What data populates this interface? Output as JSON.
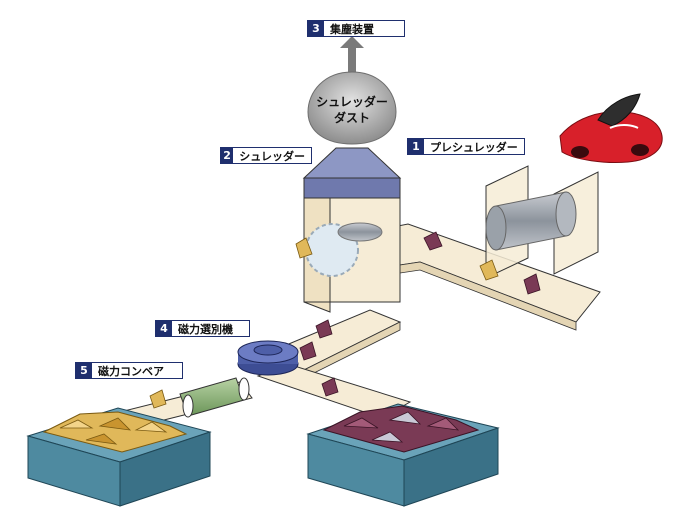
{
  "callouts": [
    {
      "num": "3",
      "label": "集塵装置"
    },
    {
      "num": "1",
      "label": "プレシュレッダー"
    },
    {
      "num": "2",
      "label": "シュレッダー"
    },
    {
      "num": "4",
      "label": "磁力選別機"
    },
    {
      "num": "5",
      "label": "磁力コンベア"
    }
  ],
  "dust": {
    "line1": "シュレッダー",
    "line2": "ダスト"
  },
  "colors": {
    "callout_navy": "#1f2f6e",
    "conveyor": "#f6ecd6",
    "bin": "#4e8aa0",
    "magnet": "#4e5fa8",
    "car": "#d8202a",
    "nonferrous_pile": "#7a3a55",
    "ferrous_pile": "#e0b85a",
    "dust_cloud": "#a9a9a9",
    "hood": "#8d97c4",
    "drum_conveyor": "#7fa66a"
  }
}
